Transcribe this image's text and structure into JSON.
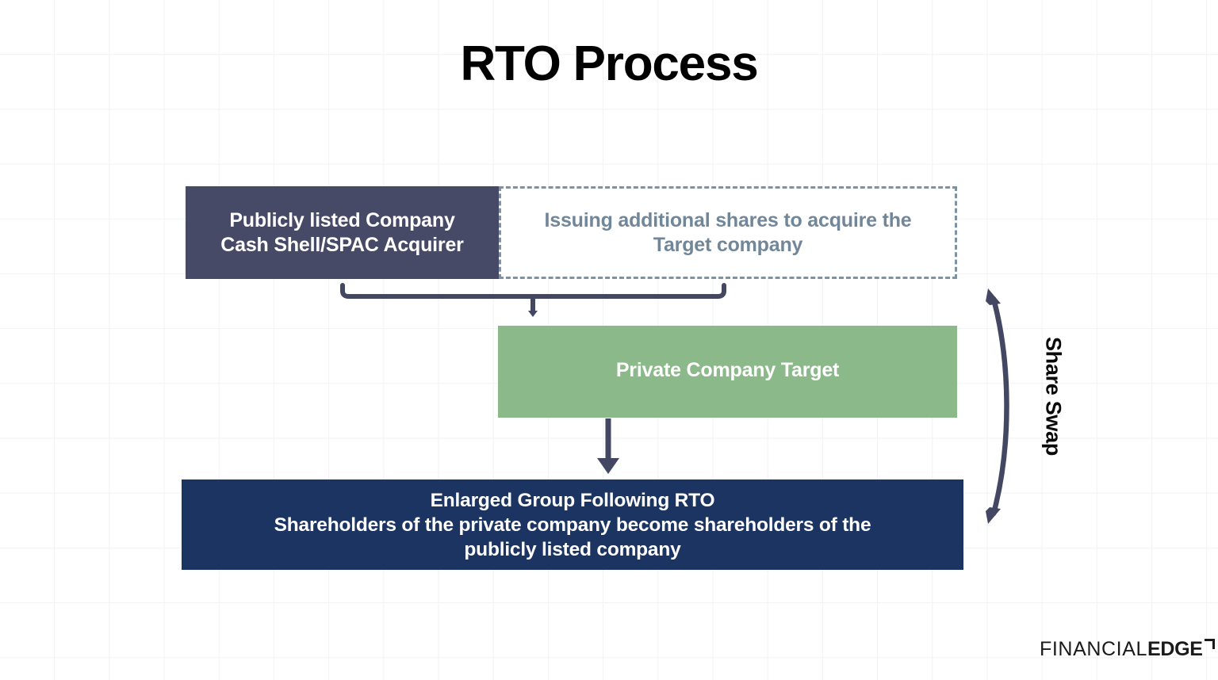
{
  "page": {
    "title": "RTO Process",
    "background": "#ffffff",
    "grid_color": "#f1f2f4"
  },
  "colors": {
    "acquirer_box": "#464a66",
    "issuing_box_border": "#7c93a4",
    "issuing_box_text": "#718799",
    "target_box": "#8cb98a",
    "enlarged_box": "#1c3461",
    "connector": "#434762",
    "title_text": "#010101"
  },
  "diagram": {
    "boxes": [
      {
        "id": "acquirer",
        "label": "Publicly listed Company\nCash Shell/SPAC Acquirer",
        "style": "solid-dark-slate"
      },
      {
        "id": "issuing",
        "label": "Issuing additional shares to acquire the\nTarget company",
        "style": "dashed-outline"
      },
      {
        "id": "target",
        "label": "Private Company Target",
        "style": "solid-green"
      },
      {
        "id": "enlarged",
        "label": "Enlarged Group Following RTO\nShareholders of the private company become shareholders of the\npublicly listed company",
        "style": "solid-navy"
      }
    ],
    "annotations": [
      {
        "id": "share-swap",
        "label": "Share Swap",
        "orientation": "vertical-clockwise"
      }
    ],
    "connectors": [
      {
        "id": "merge-bracket",
        "from": "acquirer+issuing",
        "to": "target",
        "type": "bracket-with-stem"
      },
      {
        "id": "target-to-enlarged",
        "from": "target",
        "to": "enlarged",
        "type": "down-arrow"
      },
      {
        "id": "share-swap-arc",
        "from": "issuing",
        "to": "enlarged",
        "type": "double-headed-curve"
      }
    ]
  },
  "logo": {
    "thin": "FINANCIAL",
    "bold": "EDGE"
  }
}
